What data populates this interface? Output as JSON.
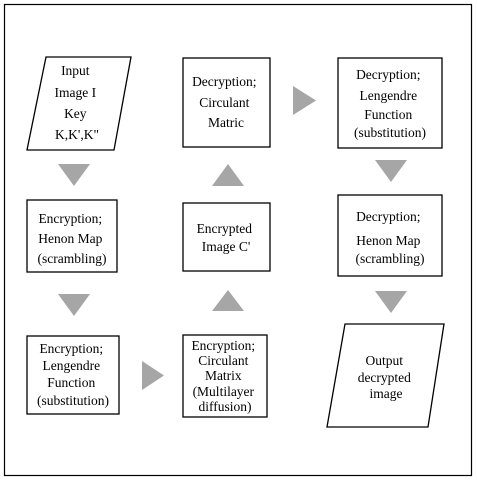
{
  "colors": {
    "border": "#000000",
    "arrow": "#a6a6a6",
    "background": "#ffffff",
    "text": "#000000"
  },
  "nodes": {
    "input": {
      "shape": "parallelogram",
      "lines": [
        "Input",
        "Image I",
        "Key",
        "K,K',K\""
      ]
    },
    "enc_henon": {
      "shape": "rectangle",
      "lines": [
        "Encryption;",
        "Henon Map",
        "(scrambling)"
      ]
    },
    "enc_legendre": {
      "shape": "rectangle",
      "lines": [
        "Encryption;",
        "Lengendre",
        "Function",
        "(substitution)"
      ]
    },
    "enc_circulant": {
      "shape": "rectangle",
      "lines": [
        "Encryption;",
        "Circulant",
        "Matrix",
        "(Multilayer",
        "diffusion)"
      ]
    },
    "encrypted_image": {
      "shape": "rectangle",
      "lines": [
        "Encrypted",
        "Image C'"
      ]
    },
    "dec_circulant": {
      "shape": "rectangle",
      "lines": [
        "Decryption;",
        "Circulant",
        "Matric"
      ]
    },
    "dec_legendre": {
      "shape": "rectangle",
      "lines": [
        "Decryption;",
        "Lengendre",
        "Function",
        "(substitution)"
      ]
    },
    "dec_henon": {
      "shape": "rectangle",
      "lines": [
        "Decryption;",
        "Henon Map",
        "(scrambling)"
      ]
    },
    "output": {
      "shape": "parallelogram",
      "lines": [
        "Output",
        "decrypted",
        "image"
      ]
    }
  },
  "arrows": [
    {
      "from": "input",
      "to": "enc_henon",
      "direction": "down"
    },
    {
      "from": "enc_henon",
      "to": "enc_legendre",
      "direction": "down"
    },
    {
      "from": "enc_legendre",
      "to": "enc_circulant",
      "direction": "right"
    },
    {
      "from": "enc_circulant",
      "to": "encrypted_image",
      "direction": "up"
    },
    {
      "from": "encrypted_image",
      "to": "dec_circulant",
      "direction": "up"
    },
    {
      "from": "dec_circulant",
      "to": "dec_legendre",
      "direction": "right"
    },
    {
      "from": "dec_legendre",
      "to": "dec_henon",
      "direction": "down"
    },
    {
      "from": "dec_henon",
      "to": "output",
      "direction": "down"
    }
  ]
}
